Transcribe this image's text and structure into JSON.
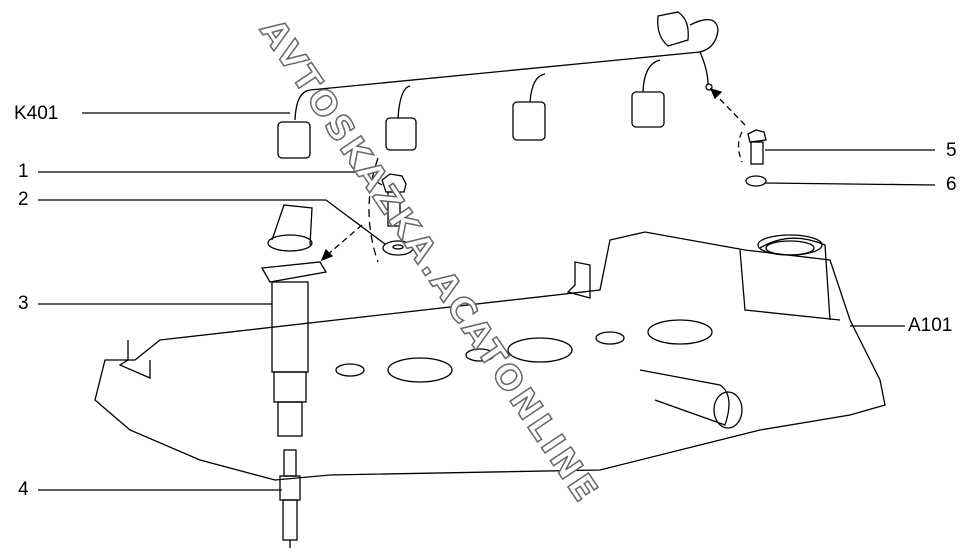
{
  "diagram": {
    "labels": {
      "harness": "K401",
      "bolt": "1",
      "washer": "2",
      "ignition_coil": "3",
      "spark_plug": "4",
      "ground_bolt": "5",
      "ground_washer": "6",
      "cylinder_head_cover": "A101"
    },
    "watermark": "AVTOSKAZKA.ACATONLINE"
  }
}
